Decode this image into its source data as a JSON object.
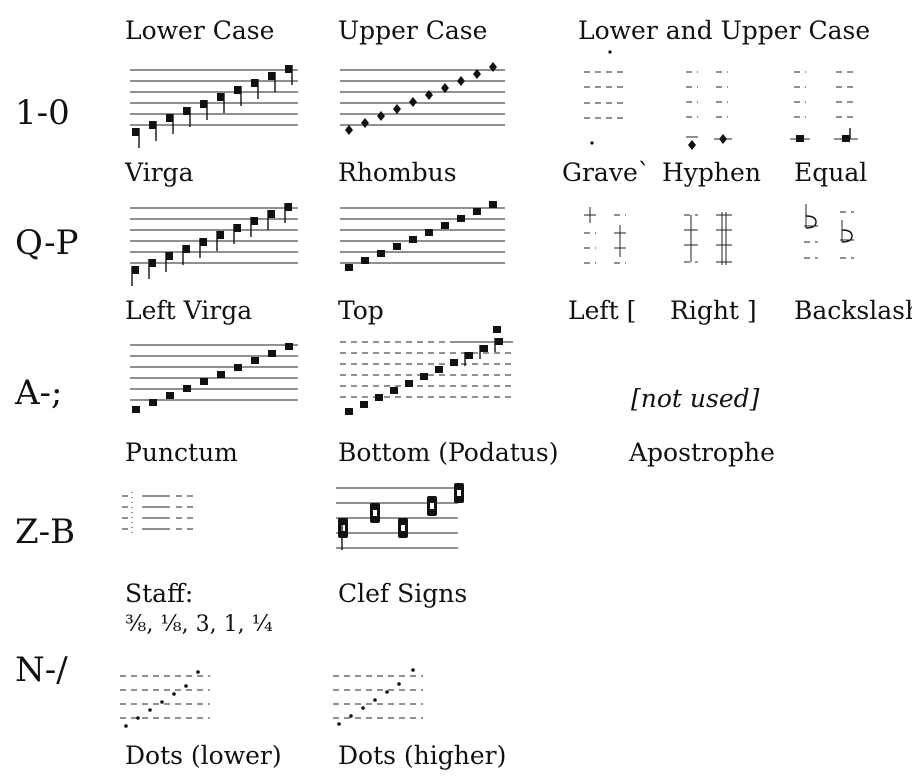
{
  "headers": {
    "lower": "Lower Case",
    "upper": "Upper Case",
    "both": "Lower and Upper Case"
  },
  "rows": [
    {
      "label": "1-0",
      "captions": [
        "Virga",
        "Rhombus",
        "Grave`",
        "Hyphen",
        "Equal"
      ]
    },
    {
      "label": "Q-P",
      "captions": [
        "Left Virga",
        "Top",
        "Left [",
        "Right ]",
        "Backslash"
      ]
    },
    {
      "label": "A-;",
      "captions": [
        "Punctum",
        "Bottom (Podatus)",
        "Apostrophe"
      ],
      "not_used": "[not used]"
    },
    {
      "label": "Z-B",
      "captions": [
        "Staff:",
        "Clef Signs"
      ],
      "staff_sizes": "³⁄₈, ¹⁄₈, 3, 1, ¹⁄₄"
    },
    {
      "label": "N-/",
      "captions": [
        "Dots (lower)",
        "Dots (higher)"
      ]
    }
  ]
}
